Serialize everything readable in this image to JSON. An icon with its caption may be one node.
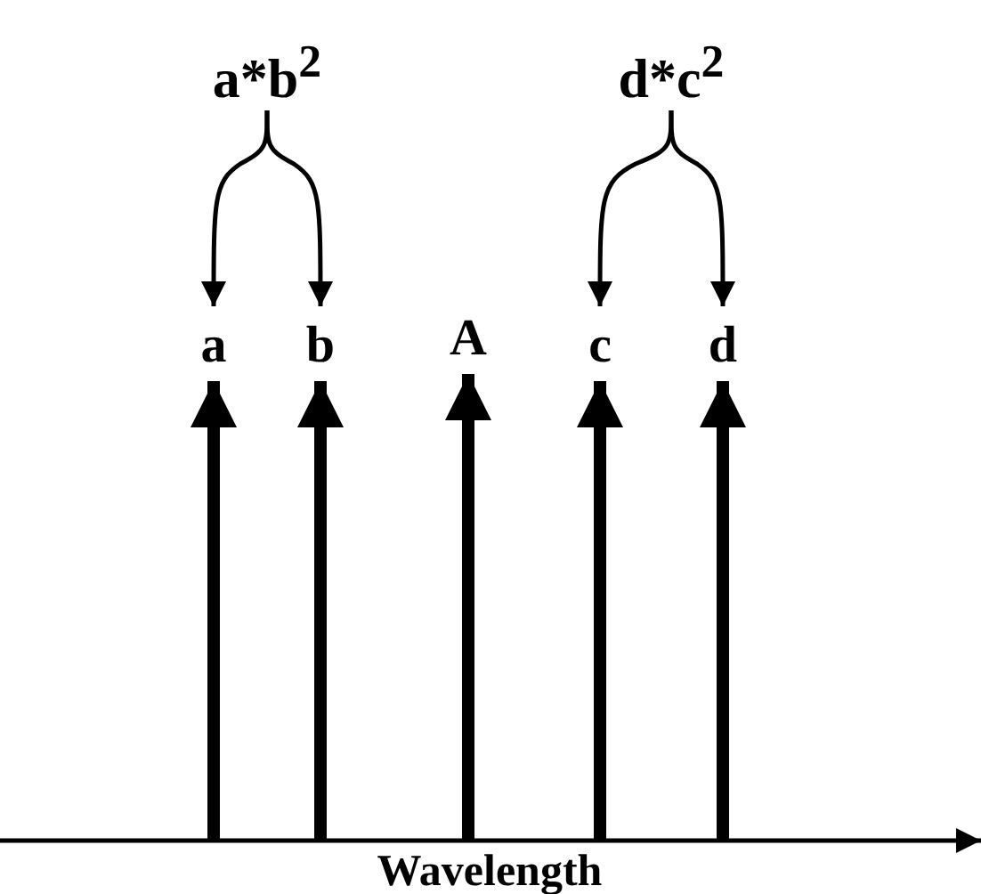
{
  "diagram": {
    "nodes": [
      {
        "text": [
          "a*b$^{2}$"
        ]
      },
      {
        "text": [
          "d*c$^{2}$"
        ]
      },
      {
        "text": [
          "a"
        ]
      },
      {
        "text": [
          "b"
        ]
      },
      {
        "text": [
          "A"
        ]
      },
      {
        "text": [
          "c"
        ]
      },
      {
        "text": [
          "d"
        ]
      }
    ],
    "edges": [
      {
        "from": 0,
        "to": 2,
        "arrow": "to"
      },
      {
        "from": 0,
        "to": 3,
        "arrow": "to"
      },
      {
        "from": 1,
        "to": 5,
        "arrow": "to"
      },
      {
        "from": 1,
        "to": 6,
        "arrow": "to"
      },
      {
        "from": null,
        "to": 2,
        "arrow": "to"
      },
      {
        "from": null,
        "to": 3,
        "arrow": "to"
      },
      {
        "from": null,
        "to": 4,
        "arrow": "to"
      },
      {
        "from": null,
        "to": 5,
        "arrow": "to"
      },
      {
        "from": null,
        "to": 6,
        "arrow": "to"
      }
    ],
    "labels": [
      "Wavelength"
    ]
  }
}
